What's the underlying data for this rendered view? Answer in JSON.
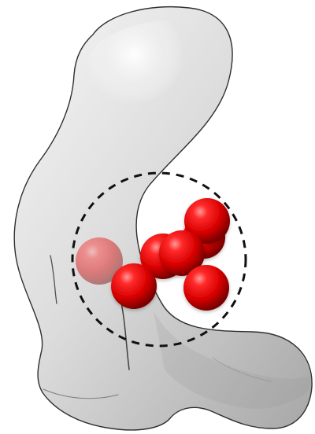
{
  "scene": {
    "background": "#ffffff",
    "surface": {
      "type": "smooth gray molecular density surface",
      "colors": {
        "base": "#c8c8c8",
        "highlight": "#f4f4f4",
        "shadow": "#9a9a9a",
        "outline": "#2f2f2f"
      }
    },
    "highlight_region": {
      "shape": "circle",
      "style": "dashed",
      "color": "#111111"
    },
    "spheres": {
      "count": 7,
      "color": "#e50000",
      "highlight": "#ff9a9a",
      "shadow": "#7a0000",
      "items": [
        {
          "name": "sphere-left-faded",
          "opacity": 0.45
        },
        {
          "name": "sphere-lower-left",
          "opacity": 1
        },
        {
          "name": "sphere-center-left",
          "opacity": 1
        },
        {
          "name": "sphere-center-right",
          "opacity": 1
        },
        {
          "name": "sphere-upper-back",
          "opacity": 1
        },
        {
          "name": "sphere-upper-right",
          "opacity": 1
        },
        {
          "name": "sphere-lower-right",
          "opacity": 1
        }
      ]
    }
  }
}
